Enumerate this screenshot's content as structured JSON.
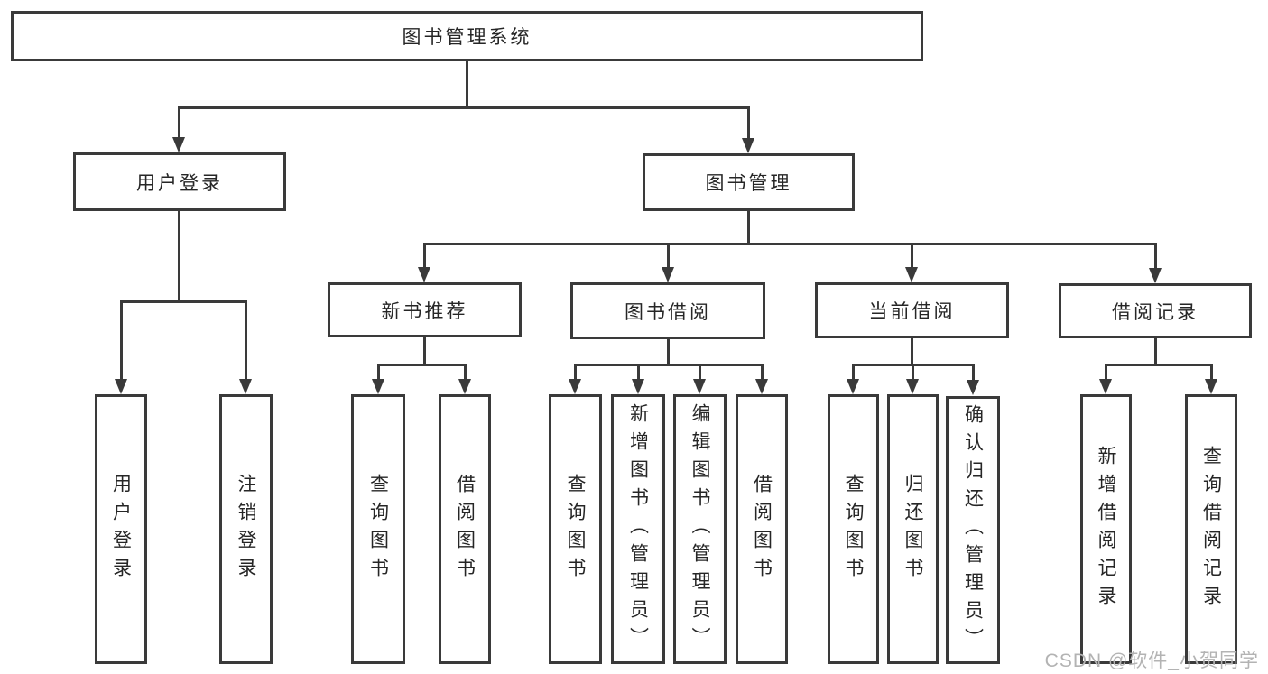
{
  "diagram": {
    "root": {
      "label": "图书管理系统"
    },
    "branches": [
      {
        "label": "用户登录",
        "children": [
          {
            "label": "用户登录"
          },
          {
            "label": "注销登录"
          }
        ]
      },
      {
        "label": "图书管理",
        "children": [
          {
            "label": "新书推荐",
            "children": [
              {
                "label": "查询图书"
              },
              {
                "label": "借阅图书"
              }
            ]
          },
          {
            "label": "图书借阅",
            "children": [
              {
                "label": "查询图书"
              },
              {
                "label": "新增图书（管理员）"
              },
              {
                "label": "编辑图书（管理员）"
              },
              {
                "label": "借阅图书"
              }
            ]
          },
          {
            "label": "当前借阅",
            "children": [
              {
                "label": "查询图书"
              },
              {
                "label": "归还图书"
              },
              {
                "label": "确认归还（管理员）"
              }
            ]
          },
          {
            "label": "借阅记录",
            "children": [
              {
                "label": "新增借阅记录"
              },
              {
                "label": "查询借阅记录"
              }
            ]
          }
        ]
      }
    ]
  },
  "watermark": {
    "text": "CSDN @软件_小贺同学"
  },
  "colors": {
    "line": "#3a3a3a",
    "text": "#262626",
    "watermark": "#b3b3b3",
    "background": "#ffffff"
  }
}
